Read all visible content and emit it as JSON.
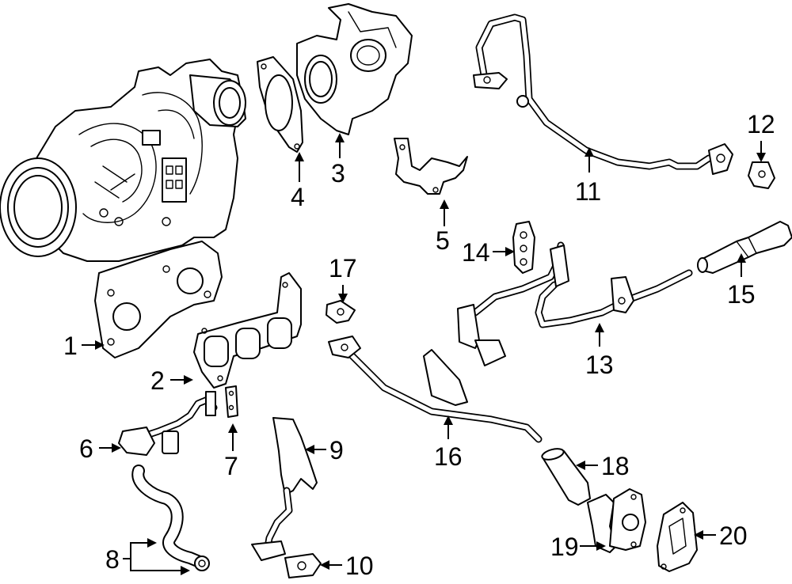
{
  "diagram": {
    "callouts": [
      {
        "id": "callout-1",
        "text": "1"
      },
      {
        "id": "callout-2",
        "text": "2"
      },
      {
        "id": "callout-3",
        "text": "3"
      },
      {
        "id": "callout-4",
        "text": "4"
      },
      {
        "id": "callout-5",
        "text": "5"
      },
      {
        "id": "callout-6",
        "text": "6"
      },
      {
        "id": "callout-7",
        "text": "7"
      },
      {
        "id": "callout-8",
        "text": "8"
      },
      {
        "id": "callout-9",
        "text": "9"
      },
      {
        "id": "callout-10",
        "text": "10"
      },
      {
        "id": "callout-11",
        "text": "11"
      },
      {
        "id": "callout-12",
        "text": "12"
      },
      {
        "id": "callout-13",
        "text": "13"
      },
      {
        "id": "callout-14",
        "text": "14"
      },
      {
        "id": "callout-15",
        "text": "15"
      },
      {
        "id": "callout-16",
        "text": "16"
      },
      {
        "id": "callout-17",
        "text": "17"
      },
      {
        "id": "callout-18",
        "text": "18"
      },
      {
        "id": "callout-19",
        "text": "19"
      },
      {
        "id": "callout-20",
        "text": "20"
      }
    ]
  }
}
